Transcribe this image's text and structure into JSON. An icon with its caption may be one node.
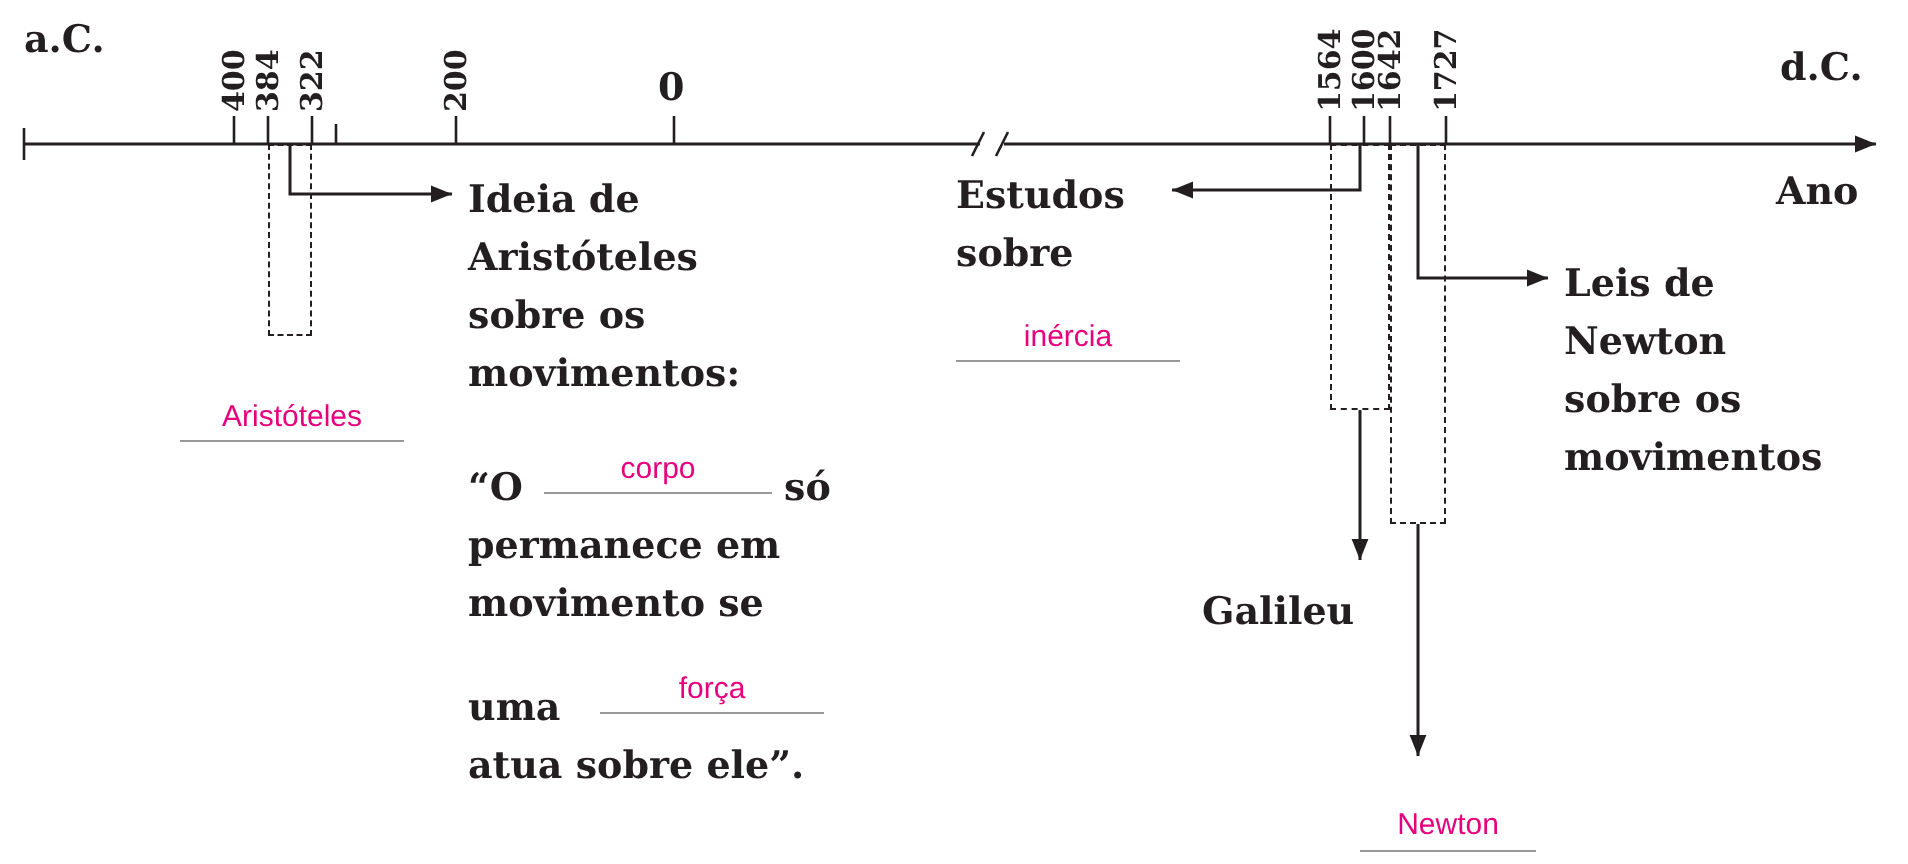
{
  "diagram": {
    "nodes": [
      {
        "text": [],
        "shape": "box"
      },
      {
        "text": [
          "Ideia de Aristóteles sobre os movimentos:"
        ]
      },
      {
        "text": [
          "Estudos sobre"
        ]
      },
      {
        "text": [],
        "shape": "box"
      },
      {
        "text": [],
        "shape": "box"
      },
      {
        "text": [
          "Leis de Newton sobre os movimentos"
        ]
      },
      {
        "text": [
          "Galileu"
        ]
      },
      {
        "text": [
          "Newton"
        ]
      }
    ],
    "edges": [
      {
        "from": 0,
        "to": 1,
        "arrow": "to"
      },
      {
        "from": 3,
        "to": 2,
        "arrow": "to"
      },
      {
        "from": 4,
        "to": 5,
        "arrow": "to"
      },
      {
        "from": 3,
        "to": 6,
        "arrow": "to"
      },
      {
        "from": 4,
        "to": 7,
        "arrow": "to"
      }
    ],
    "labels": [
      "a.C.",
      "400",
      "384",
      "322",
      "200",
      "0",
      "1564",
      "1600",
      "1642",
      "1727",
      "d.C.",
      "Ano",
      "Aristóteles",
      "inércia",
      "“O",
      "corpo",
      "só",
      "permanece em movimento se",
      "uma",
      "força",
      "atua sobre ele”."
    ]
  }
}
